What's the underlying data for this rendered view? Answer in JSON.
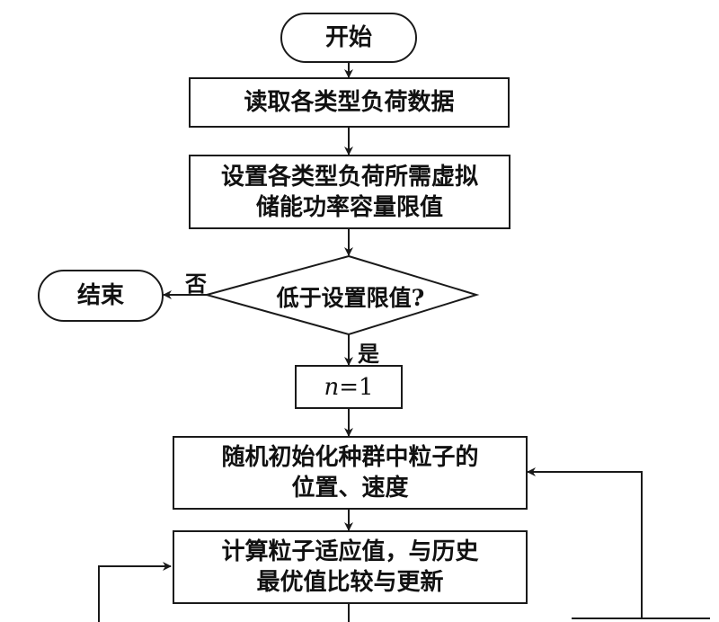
{
  "nodes": {
    "start": "开始",
    "read_data": "读取各类型负荷数据",
    "set_limit_line1": "设置各类型负荷所需虚拟",
    "set_limit_line2": "储能功率容量限值",
    "decision": "低于设置限值?",
    "end": "结束",
    "init_n_var": "n",
    "init_n_rest": "=1",
    "init_particles_line1": "随机初始化种群中粒子的",
    "init_particles_line2": "位置、速度",
    "compute_line1": "计算粒子适应值，与历史",
    "compute_line2": "最优值比较与更新"
  },
  "edge_labels": {
    "no": "否",
    "yes": "是"
  }
}
